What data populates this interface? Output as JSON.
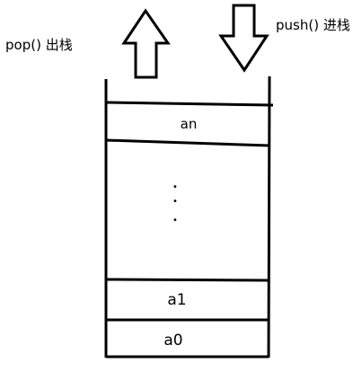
{
  "labels": {
    "pop": "pop() 出栈",
    "push": "push() 进栈"
  },
  "stack": {
    "top_item": "an",
    "ellipsis": [
      "•",
      "•",
      "•"
    ],
    "second_item": "a1",
    "bottom_item": "a0"
  },
  "colors": {
    "stroke": "#000000",
    "background": "#ffffff"
  }
}
